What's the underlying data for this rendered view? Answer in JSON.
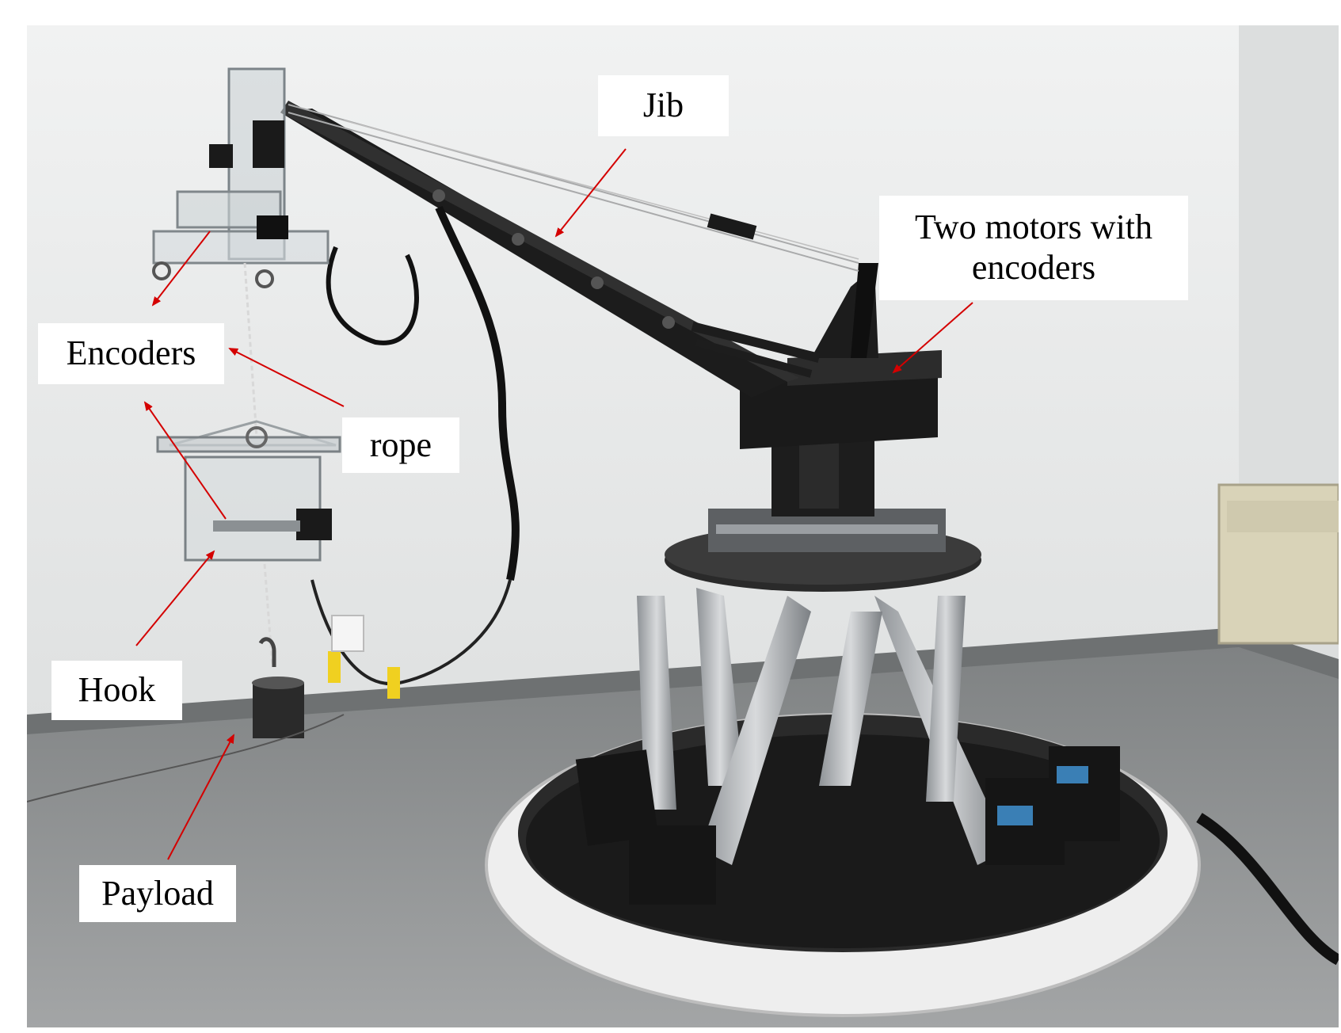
{
  "labels": {
    "jib": "Jib",
    "motors": "Two motors with encoders",
    "encoders": "Encoders",
    "rope": "rope",
    "hook": "Hook",
    "payload": "Payload"
  },
  "colors": {
    "arrow": "#d40000",
    "wall": "#e9eaea",
    "floor": "#8f9192",
    "jib": "#1c1c1c",
    "base_ring": "#f2f2f2",
    "actuator": "#b9bcbf"
  }
}
